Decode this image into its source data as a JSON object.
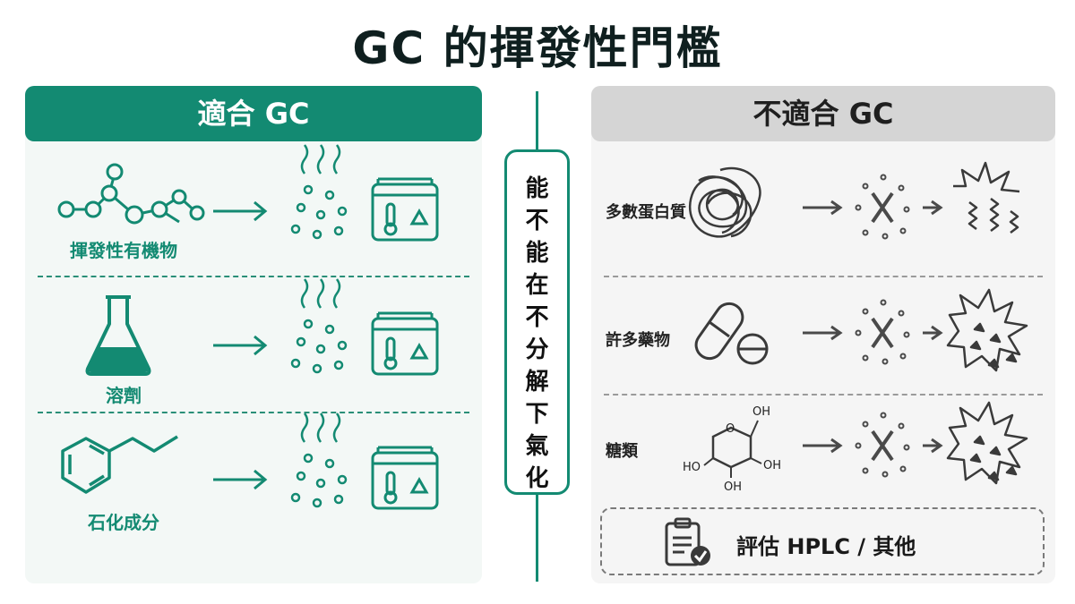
{
  "title": "GC 的揮發性門檻",
  "left_panel": {
    "header": "適合 GC",
    "rows": [
      {
        "label": "揮發性有機物",
        "icon": "molecule-icon"
      },
      {
        "label": "溶劑",
        "icon": "flask-icon"
      },
      {
        "label": "石化成分",
        "icon": "benzene-icon"
      }
    ]
  },
  "center": {
    "chars": [
      "能",
      "不",
      "能",
      "在",
      "不",
      "分",
      "解",
      "下",
      "氣",
      "化"
    ]
  },
  "right_panel": {
    "header": "不適合 GC",
    "rows": [
      {
        "label": "多數蛋白質",
        "icon": "protein-tangle-icon"
      },
      {
        "label": "許多藥物",
        "icon": "pills-icon"
      },
      {
        "label": "糖類",
        "icon": "sugar-ring-icon"
      }
    ],
    "sugar_labels": [
      "OH",
      "HO",
      "OH",
      "OH"
    ],
    "hplc": "評估 HPLC / 其他"
  },
  "colors": {
    "accent": "#138a72",
    "grey_header": "#d5d5d5",
    "icon_dark": "#3a3a3a"
  }
}
